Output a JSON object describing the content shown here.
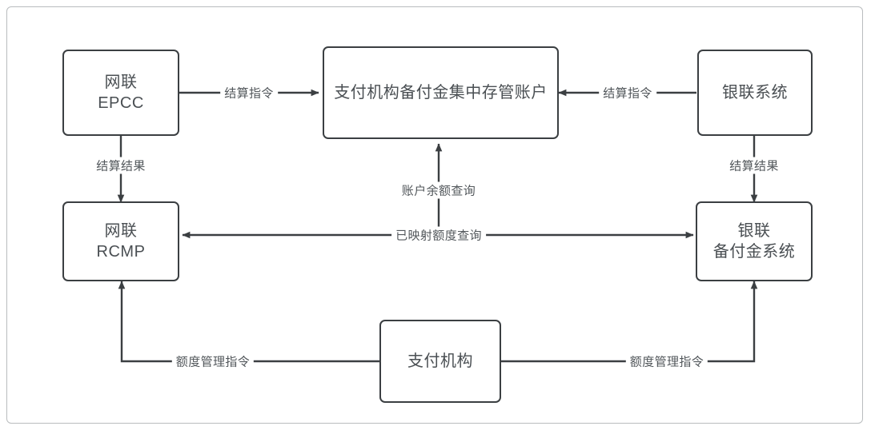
{
  "diagram": {
    "title_text": "",
    "colors": {
      "frame_border": "#b9bcbe",
      "node_border": "#3b3f42",
      "node_text": "#4a4f53",
      "edge_line": "#3b3f42",
      "edge_label_text": "#52575b",
      "background": "#ffffff"
    },
    "nodes": [
      {
        "id": "wanglian-epcc",
        "label": "网联\nEPCC"
      },
      {
        "id": "custody-account",
        "label": "支付机构备付金集中存管账户"
      },
      {
        "id": "unionpay-system",
        "label": "银联系统"
      },
      {
        "id": "wanglian-rcmp",
        "label": "网联\nRCMP"
      },
      {
        "id": "unionpay-reserve",
        "label": "银联\n备付金系统"
      },
      {
        "id": "payment-institution",
        "label": "支付机构"
      }
    ],
    "edge_labels": [
      {
        "id": "settle-instruction-left",
        "text": "结算指令"
      },
      {
        "id": "settle-instruction-right",
        "text": "结算指令"
      },
      {
        "id": "settle-result-left",
        "text": "结算结果"
      },
      {
        "id": "settle-result-right",
        "text": "结算结果"
      },
      {
        "id": "balance-query",
        "text": "账户余额查询"
      },
      {
        "id": "mapped-quota-query",
        "text": "已映射额度查询"
      },
      {
        "id": "quota-command-left",
        "text": "额度管理指令"
      },
      {
        "id": "quota-command-right",
        "text": "额度管理指令"
      }
    ]
  }
}
